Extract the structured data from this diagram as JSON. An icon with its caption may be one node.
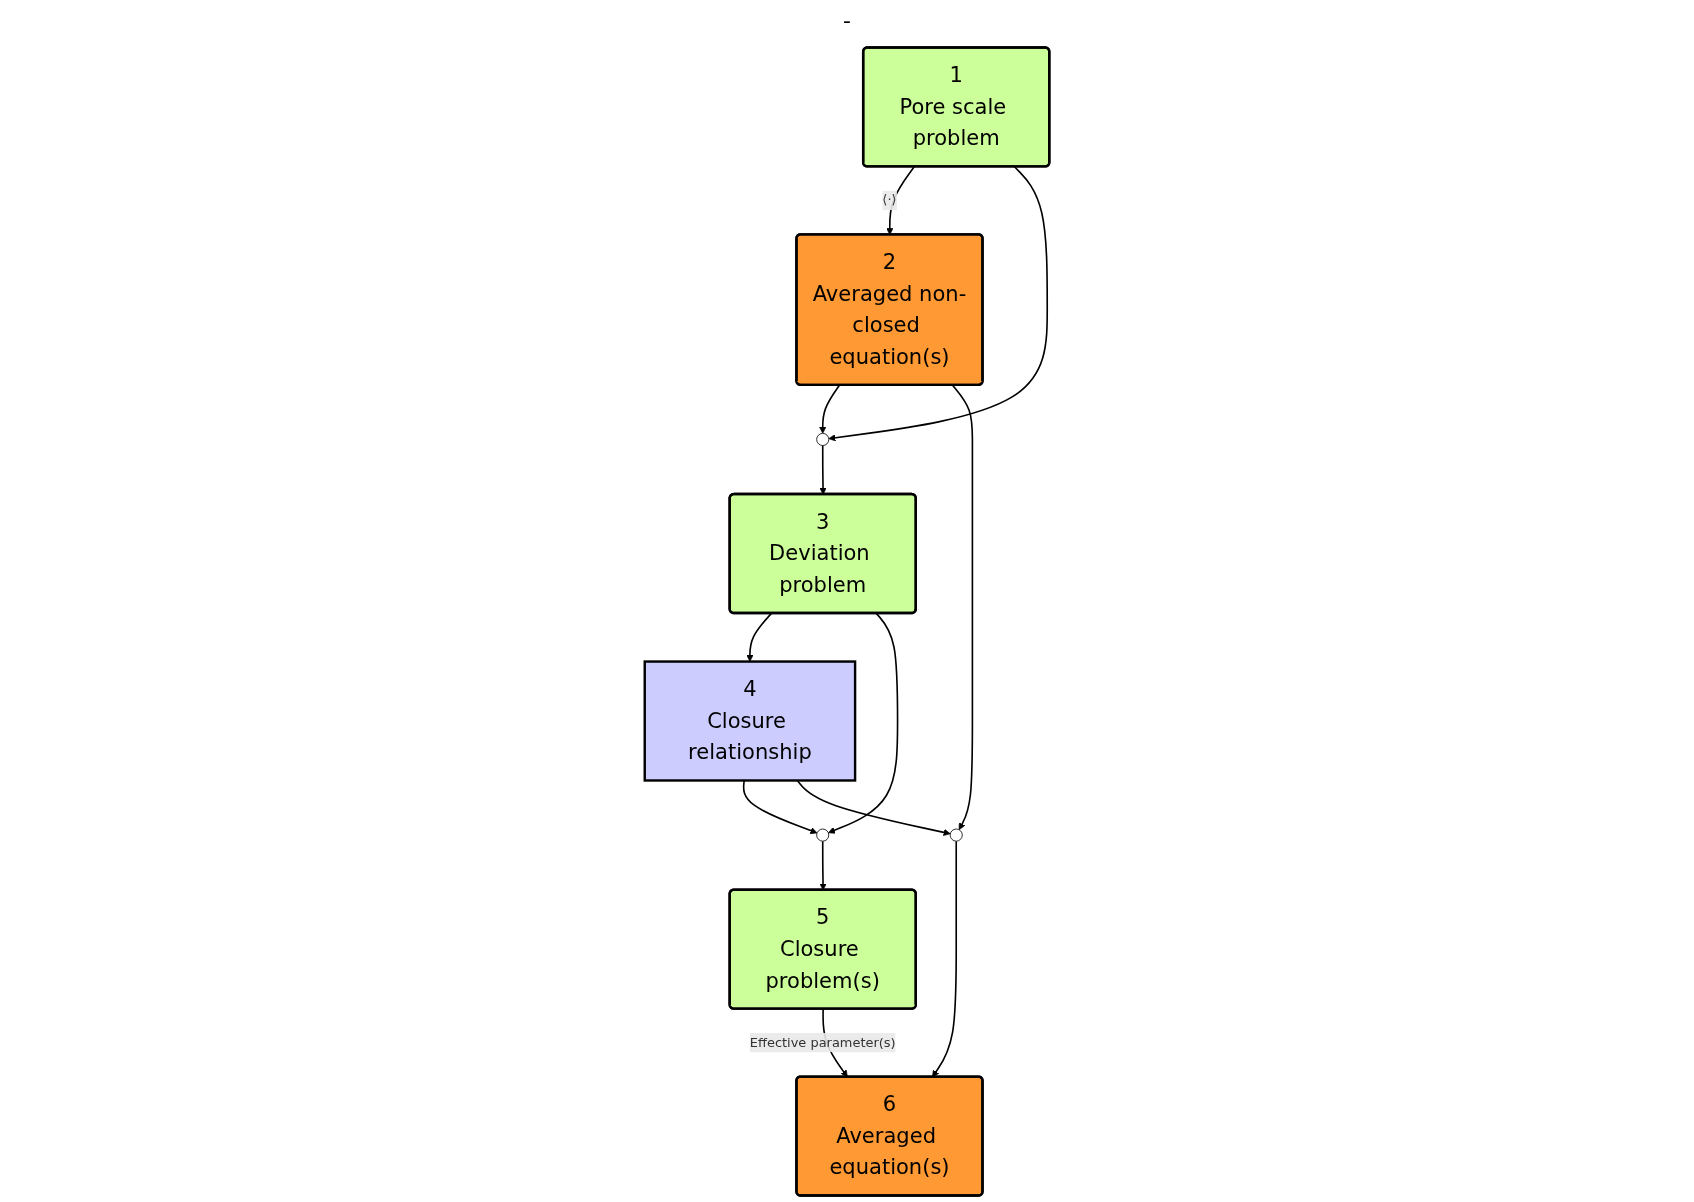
{
  "diagram": {
    "nodes": [
      {
        "text": [
          "1",
          "Pore scale problem"
        ]
      },
      {
        "text": [
          "2",
          "Averaged non-closed equation(s)"
        ]
      },
      {
        "text": [],
        "shape": "circle"
      },
      {
        "text": [
          "3",
          "Deviation problem"
        ]
      },
      {
        "text": [
          "4",
          "Closure relationship"
        ]
      },
      {
        "text": [],
        "shape": "circle"
      },
      {
        "text": [],
        "shape": "circle"
      },
      {
        "text": [
          "5",
          "Closure problem(s)"
        ]
      },
      {
        "text": [
          "6",
          "Averaged equation(s)"
        ]
      }
    ],
    "edges": [
      {
        "from": 0,
        "to": 1,
        "arrow": "to",
        "label": "⟨·⟩"
      },
      {
        "from": 0,
        "to": 2,
        "arrow": "to"
      },
      {
        "from": 1,
        "to": 2,
        "arrow": "to"
      },
      {
        "from": 2,
        "to": 3,
        "arrow": "to"
      },
      {
        "from": 3,
        "to": 4,
        "arrow": "to"
      },
      {
        "from": 3,
        "to": 5,
        "arrow": "to"
      },
      {
        "from": 4,
        "to": 5,
        "arrow": "to"
      },
      {
        "from": 4,
        "to": 6,
        "arrow": "to"
      },
      {
        "from": 1,
        "to": 6,
        "arrow": "to"
      },
      {
        "from": 5,
        "to": 7,
        "arrow": "to"
      },
      {
        "from": 6,
        "to": 8,
        "arrow": "to"
      },
      {
        "from": 7,
        "to": 8,
        "arrow": "to",
        "label": "Effective parameter(s)"
      }
    ],
    "labels": [
      "-"
    ]
  }
}
